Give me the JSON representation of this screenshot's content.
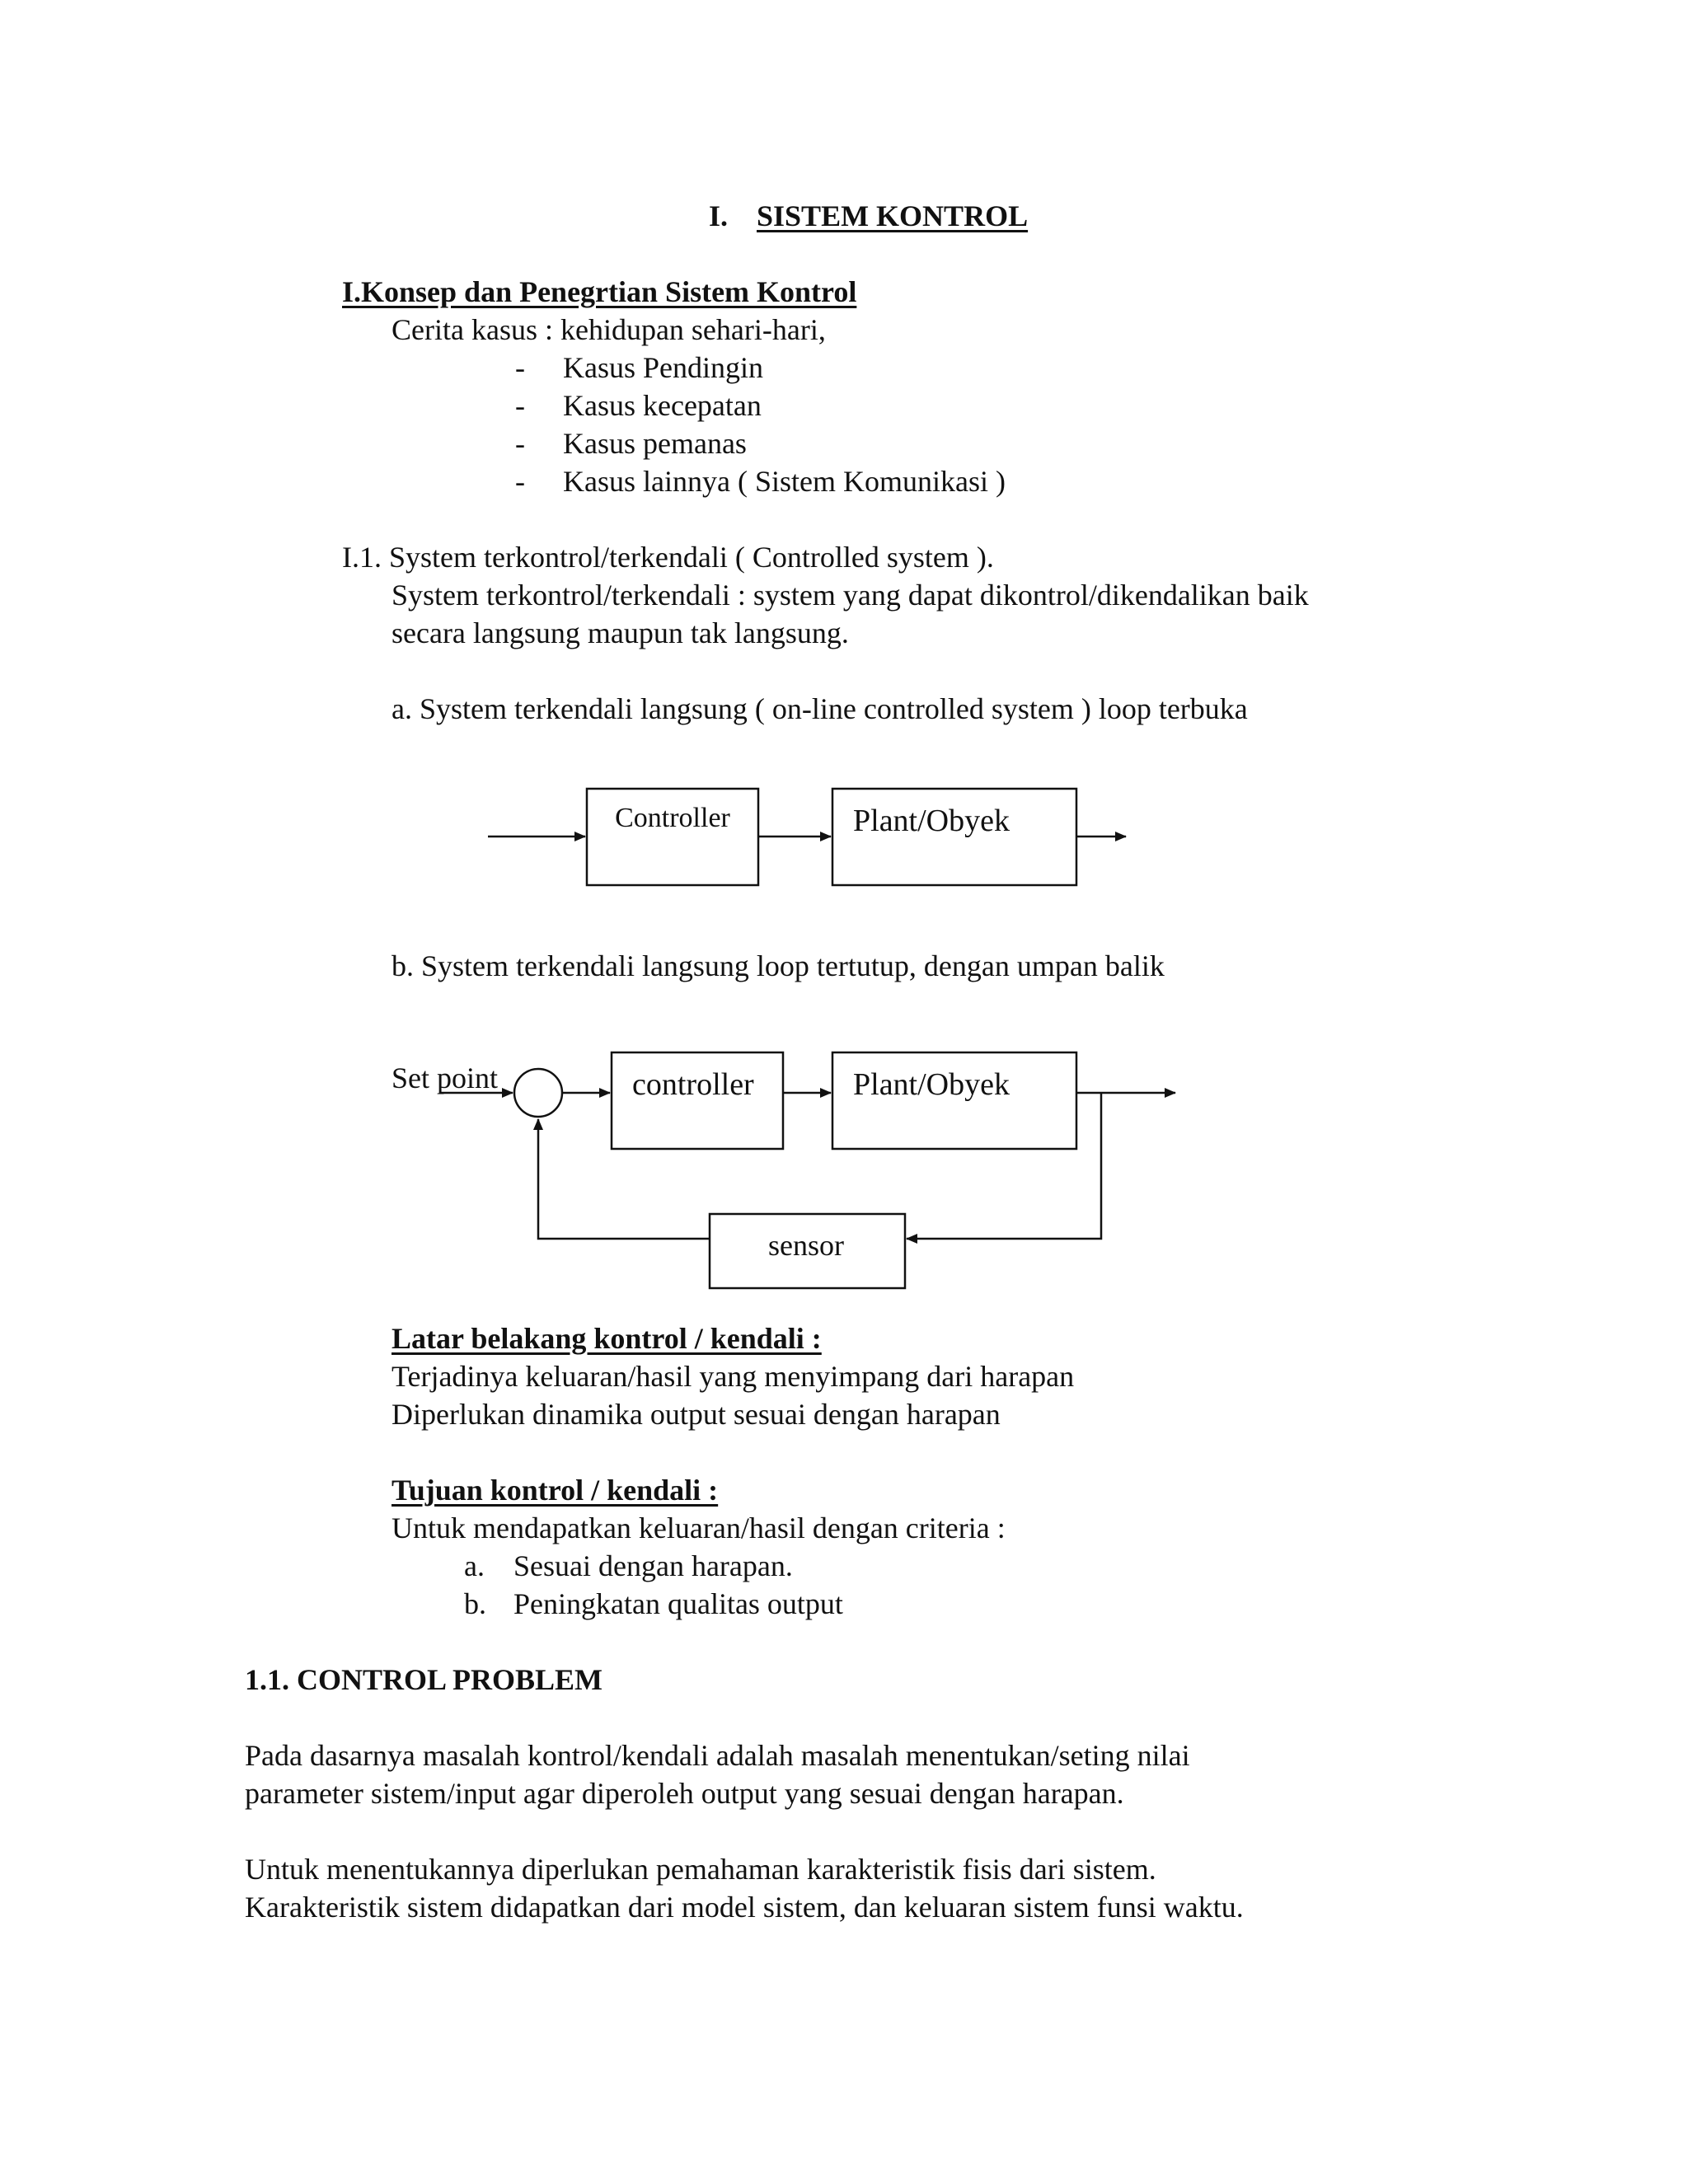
{
  "heading": {
    "number": "I.",
    "title": "SISTEM KONTROL"
  },
  "section_concept": {
    "title": "I.Konsep dan Penegrtian Sistem Kontrol",
    "intro": "Cerita kasus : kehidupan sehari-hari,",
    "items": [
      {
        "bullet": "-",
        "text": "Kasus Pendingin"
      },
      {
        "bullet": "-",
        "text": "Kasus kecepatan"
      },
      {
        "bullet": "-",
        "text": "Kasus pemanas"
      },
      {
        "bullet": "-",
        "text": "Kasus lainnya ( Sistem Komunikasi )"
      }
    ]
  },
  "section_controlled": {
    "title": "I.1. System terkontrol/terkendali ( Controlled system ).",
    "line1": "System terkontrol/terkendali : system yang dapat dikontrol/dikendalikan baik",
    "line2": "secara langsung maupun tak langsung.",
    "part_a": "a. System terkendali langsung ( on-line controlled system ) loop terbuka",
    "part_b": "b. System terkendali langsung loop tertutup, dengan umpan balik"
  },
  "diagram_open": {
    "controller": "Controller",
    "plant": "Plant/Obyek"
  },
  "diagram_closed": {
    "setpoint": "Set point",
    "controller": "controller",
    "plant": "Plant/Obyek",
    "sensor": "sensor"
  },
  "background": {
    "title": "Latar belakang kontrol / kendali :",
    "line1": "Terjadinya keluaran/hasil yang menyimpang dari harapan",
    "line2": "Diperlukan dinamika output sesuai dengan harapan"
  },
  "goal": {
    "title": "Tujuan kontrol / kendali :",
    "intro": "Untuk mendapatkan keluaran/hasil dengan criteria :",
    "items": [
      {
        "marker": "a.",
        "text": "Sesuai dengan harapan."
      },
      {
        "marker": "b.",
        "text": "Peningkatan qualitas output"
      }
    ]
  },
  "control_problem": {
    "title": "1.1. CONTROL PROBLEM",
    "p1_line1": "Pada  dasarnya masalah kontrol/kendali adalah masalah menentukan/seting nilai",
    "p1_line2": "parameter sistem/input agar diperoleh output yang sesuai dengan harapan.",
    "p2_line1": "Untuk menentukannya diperlukan pemahaman karakteristik fisis dari sistem.",
    "p2_line2": "Karakteristik sistem didapatkan dari model sistem, dan keluaran sistem funsi waktu."
  }
}
